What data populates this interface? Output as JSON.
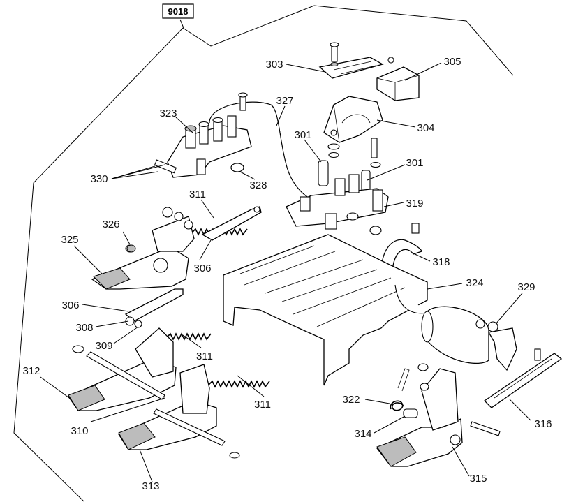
{
  "reference_code": "9018",
  "colors": {
    "ink": "#000000",
    "paper": "#ffffff",
    "shade": "#bcbcbc"
  },
  "callouts": [
    {
      "id": "c303",
      "text": "303"
    },
    {
      "id": "c305",
      "text": "305"
    },
    {
      "id": "c327",
      "text": "327"
    },
    {
      "id": "c323",
      "text": "323"
    },
    {
      "id": "c304",
      "text": "304"
    },
    {
      "id": "c301a",
      "text": "301"
    },
    {
      "id": "c301b",
      "text": "301"
    },
    {
      "id": "c330",
      "text": "330"
    },
    {
      "id": "c328",
      "text": "328"
    },
    {
      "id": "c311a",
      "text": "311"
    },
    {
      "id": "c319",
      "text": "319"
    },
    {
      "id": "c326",
      "text": "326"
    },
    {
      "id": "c325",
      "text": "325"
    },
    {
      "id": "c306a",
      "text": "306"
    },
    {
      "id": "c318",
      "text": "318"
    },
    {
      "id": "c324",
      "text": "324"
    },
    {
      "id": "c329",
      "text": "329"
    },
    {
      "id": "c306b",
      "text": "306"
    },
    {
      "id": "c308",
      "text": "308"
    },
    {
      "id": "c309",
      "text": "309"
    },
    {
      "id": "c311b",
      "text": "311"
    },
    {
      "id": "c312",
      "text": "312"
    },
    {
      "id": "c311c",
      "text": "311"
    },
    {
      "id": "c322",
      "text": "322"
    },
    {
      "id": "c310",
      "text": "310"
    },
    {
      "id": "c316",
      "text": "316"
    },
    {
      "id": "c314",
      "text": "314"
    },
    {
      "id": "c313",
      "text": "313"
    },
    {
      "id": "c315",
      "text": "315"
    }
  ]
}
